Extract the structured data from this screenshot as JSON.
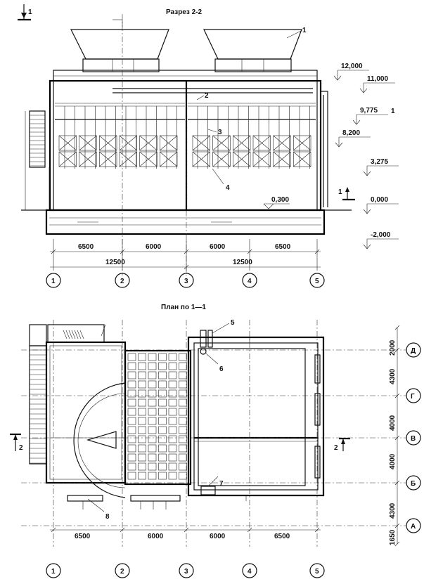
{
  "section": {
    "title": "Разрез 2-2",
    "cut_mark": "1",
    "callouts": [
      "1",
      "2",
      "3",
      "4"
    ],
    "levels": [
      "12,000",
      "11,000",
      "9,775",
      "8,200",
      "3,275",
      "0,000",
      "-2,000"
    ],
    "basin_level": "0,300",
    "level_suffix": "1",
    "side_cut_mark": "1",
    "dims_top": [
      "6500",
      "6000",
      "6000",
      "6500"
    ],
    "dims_bottom": [
      "12500",
      "12500"
    ],
    "axes": [
      "1",
      "2",
      "3",
      "4",
      "5"
    ]
  },
  "plan": {
    "title": "План по 1—1",
    "cut_marks": [
      "2",
      "2"
    ],
    "callouts": [
      "5",
      "6",
      "7",
      "8"
    ],
    "dims_bottom": [
      "6500",
      "6000",
      "6000",
      "6500"
    ],
    "dims_right": [
      "2000",
      "4300",
      "4000",
      "4000",
      "4300",
      "1650"
    ],
    "axes_columns": [
      "1",
      "2",
      "3",
      "4",
      "5"
    ],
    "axes_rows": [
      "Д",
      "Г",
      "В",
      "Б",
      "А"
    ]
  }
}
